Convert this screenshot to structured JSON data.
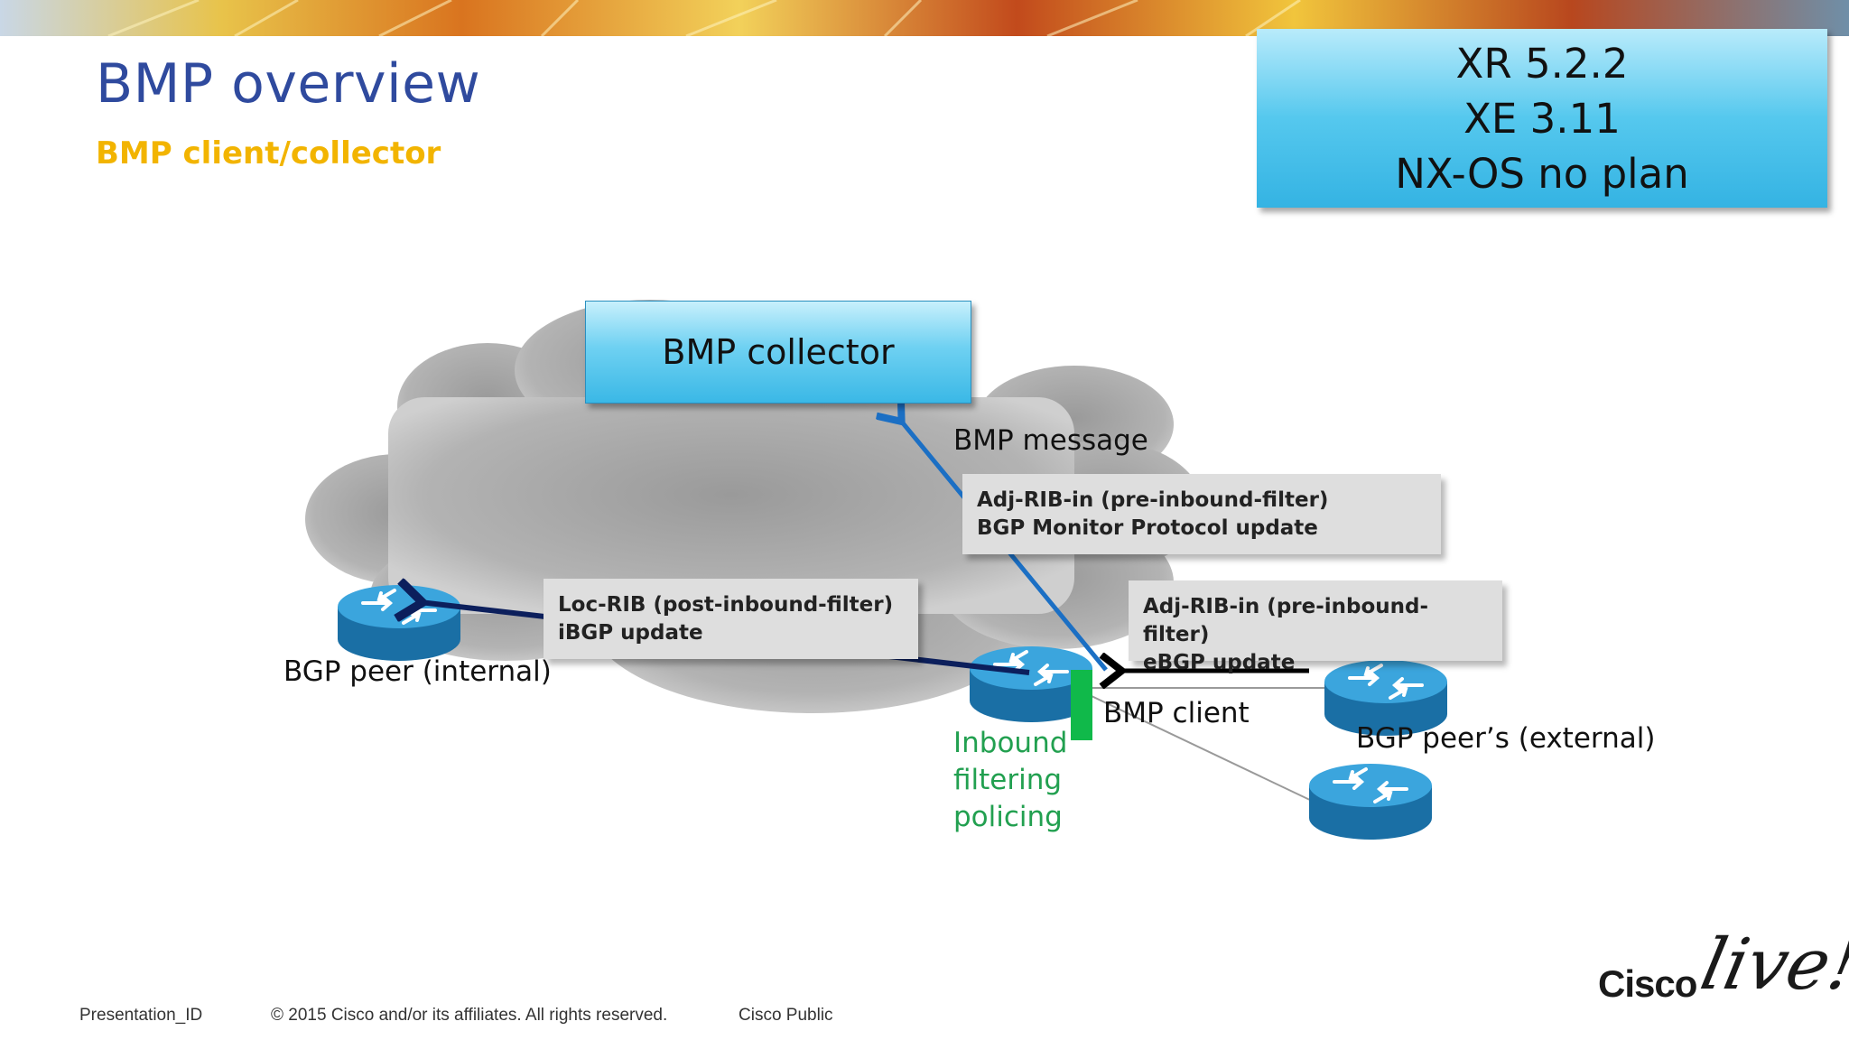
{
  "slide": {
    "title": "BMP overview",
    "subtitle": "BMP client/collector"
  },
  "versions": {
    "lines": [
      "XR 5.2.2",
      "XE 3.11",
      "NX-OS no plan"
    ]
  },
  "collector": {
    "label": "BMP collector"
  },
  "message_boxes": {
    "adj_rib_top": {
      "line1": "Adj-RIB-in (pre-inbound-filter)",
      "line2": "BGP Monitor Protocol update"
    },
    "loc_rib": {
      "line1": "Loc-RIB (post-inbound-filter)",
      "line2": "iBGP update"
    },
    "adj_rib_ebgp": {
      "line1": "Adj-RIB-in (pre-inbound-filter)",
      "line2": "eBGP update"
    }
  },
  "labels": {
    "bmp_message": "BMP message",
    "bgp_peer_internal": "BGP peer (internal)",
    "bmp_client": "BMP client",
    "bgp_peers_external": "BGP peer’s (external)",
    "inbound": "Inbound",
    "filtering": "filtering",
    "policing": "policing"
  },
  "colors": {
    "title": "#2f4a9e",
    "subtitle": "#f2b400",
    "filter_bar": "#10b94a",
    "inbound_text": "#22a050",
    "arrow_dark": "#0c1f5c",
    "arrow_blue": "#1b6fc4",
    "router": "#1e87c2"
  },
  "footer": {
    "presentation_id": "Presentation_ID",
    "copyright": "© 2015 Cisco and/or its affiliates. All rights reserved.",
    "classification": "Cisco Public"
  },
  "logo": {
    "brand": "Cisco",
    "event": "live!"
  }
}
